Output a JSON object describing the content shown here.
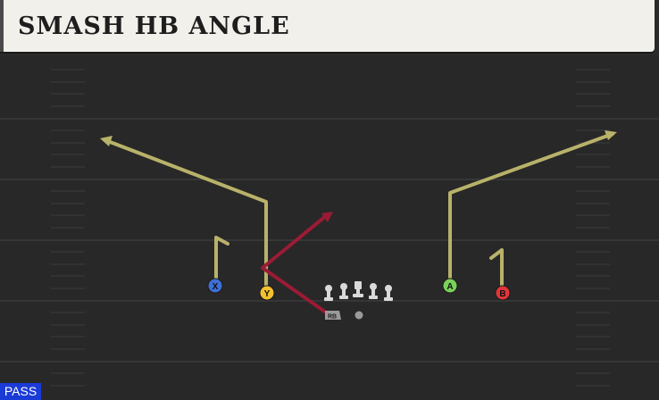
{
  "play": {
    "title": "SMASH HB ANGLE",
    "play_type": "PASS"
  },
  "players": [
    {
      "role": "receiver",
      "label": "X",
      "color": "#3f6fd6"
    },
    {
      "role": "receiver",
      "label": "Y",
      "color": "#f2c12e"
    },
    {
      "role": "receiver",
      "label": "A",
      "color": "#7ad25a"
    },
    {
      "role": "receiver",
      "label": "B",
      "color": "#e0363b"
    },
    {
      "role": "back",
      "label": "RB",
      "color": "#9a9a9a"
    }
  ],
  "colors": {
    "route": "#b8b26a",
    "hot_route": "#9c1b34",
    "field": "#282828",
    "yard_line": "#3a3a3a",
    "lineman": "#d9d9d9"
  }
}
